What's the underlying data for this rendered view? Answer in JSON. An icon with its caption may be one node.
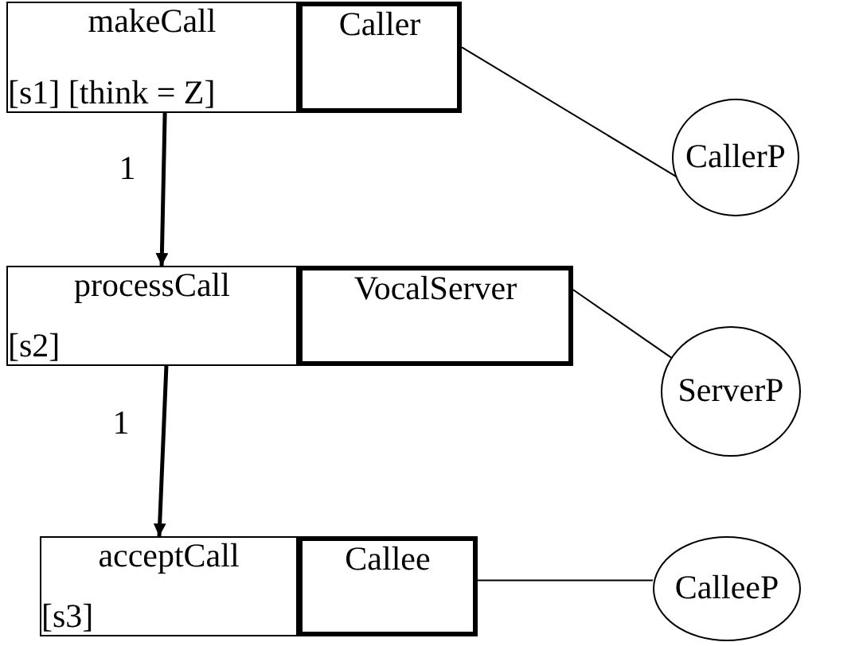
{
  "diagram": {
    "nodes": [
      {
        "text": [
          "makeCall",
          "[s1] [think = Z]"
        ]
      },
      {
        "text": [
          "Caller"
        ]
      },
      {
        "text": [
          "CallerP"
        ]
      },
      {
        "text": [
          "processCall",
          "[s2]"
        ]
      },
      {
        "text": [
          "VocalServer"
        ]
      },
      {
        "text": [
          "ServerP"
        ]
      },
      {
        "text": [
          "acceptCall",
          "[s3]"
        ]
      },
      {
        "text": [
          "Callee"
        ]
      },
      {
        "text": [
          "CalleeP"
        ]
      }
    ],
    "edges": [
      {
        "from": 0,
        "to": 3,
        "arrow": "to",
        "label": "1",
        "style": "thick"
      },
      {
        "from": 3,
        "to": 6,
        "arrow": "to",
        "label": "1",
        "style": "thick"
      },
      {
        "from": 1,
        "to": 2,
        "arrow": "none"
      },
      {
        "from": 4,
        "to": 5,
        "arrow": "none"
      },
      {
        "from": 7,
        "to": 8,
        "arrow": "none"
      }
    ]
  }
}
